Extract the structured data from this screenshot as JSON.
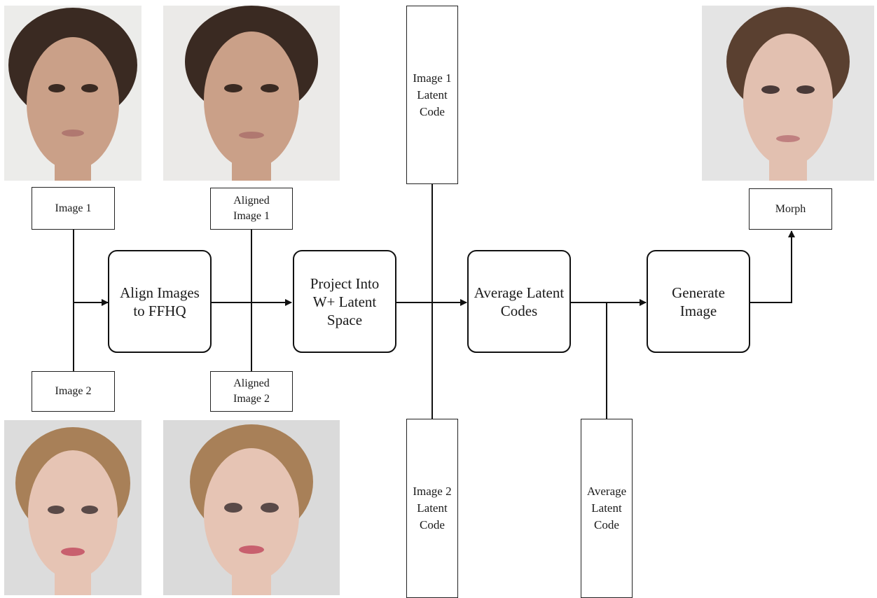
{
  "labels": {
    "image1": "Image 1",
    "image2": "Image 2",
    "aligned1": "Aligned\nImage 1",
    "aligned2": "Aligned\nImage 2",
    "latent1": "Image 1\nLatent\nCode",
    "latent2": "Image 2\nLatent\nCode",
    "avg_latent": "Average\nLatent\nCode",
    "morph": "Morph"
  },
  "steps": {
    "align": "Align Images\nto FFHQ",
    "project": "Project Into\nW+ Latent\nSpace",
    "average": "Average Latent\nCodes",
    "generate": "Generate\nImage"
  },
  "photos": {
    "face1": {
      "hair": "#3a2a22",
      "skin": "#caa088",
      "bg": "#ececea",
      "lips": "#b07870"
    },
    "face2": {
      "hair": "#a88058",
      "skin": "#e6c4b4",
      "bg": "#dcdcdc",
      "lips": "#c8606e"
    },
    "morph": {
      "hair": "#5a4030",
      "skin": "#e2c0b0",
      "bg": "#e4e4e4",
      "lips": "#c08080"
    }
  },
  "colors": {
    "line": "#111111"
  }
}
